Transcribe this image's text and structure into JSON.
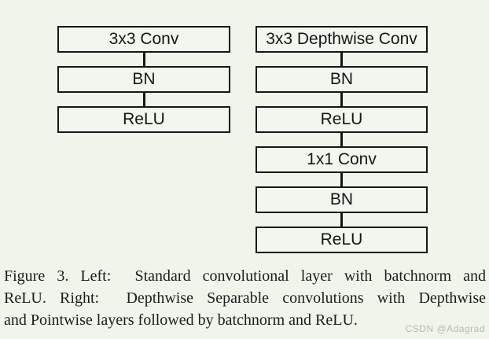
{
  "diagram": {
    "left_boxes": [
      "3x3 Conv",
      "BN",
      "ReLU"
    ],
    "right_boxes": [
      "3x3 Depthwise Conv",
      "BN",
      "ReLU",
      "1x1 Conv",
      "BN",
      "ReLU"
    ]
  },
  "caption": {
    "lines": [
      "Figure 3. Left:  Standard convolutional layer with batchnorm and",
      "ReLU. Right:  Depthwise Separable convolutions with Depthwise",
      "and Pointwise layers followed by batchnorm and ReLU."
    ]
  },
  "watermark": {
    "text": "CSDN @Adagrad"
  },
  "colors": {
    "background": "#f0f5ec",
    "box_border": "#161616",
    "box_fill": "#f1f6ee",
    "caption_text": "#1c1c1c",
    "watermark_text": "#b3bbb1"
  }
}
